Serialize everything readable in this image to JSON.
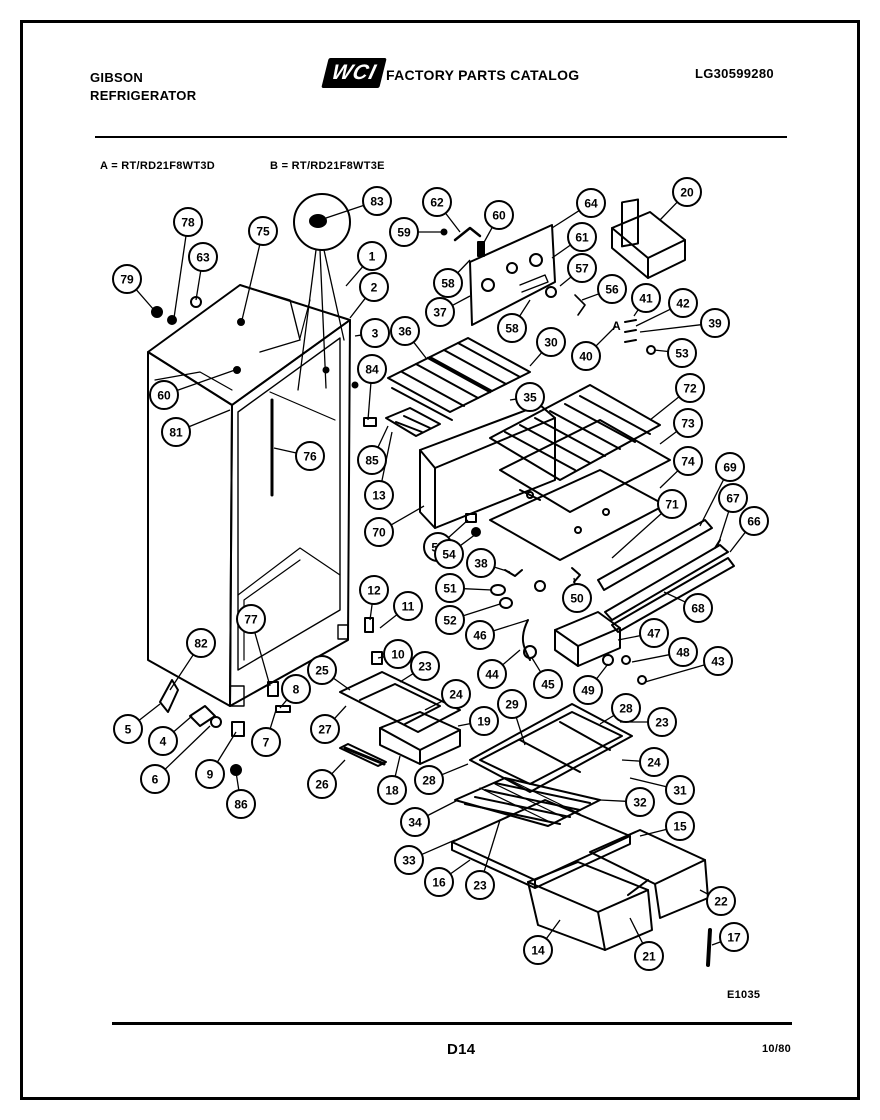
{
  "header": {
    "brand_line1": "GIBSON",
    "brand_line2": "REFRIGERATOR",
    "logo_text": "WCI",
    "catalog_title": "FACTORY PARTS CATALOG",
    "catalog_number": "LG30599280"
  },
  "models": {
    "a": "A = RT/RD21F8WT3D",
    "b": "B = RT/RD21F8WT3E"
  },
  "footer": {
    "illustration_code": "E1035",
    "page": "D14",
    "date": "10/80"
  },
  "callouts": [
    {
      "id": "78",
      "label": "78"
    },
    {
      "id": "63",
      "label": "63"
    },
    {
      "id": "79",
      "label": "79"
    },
    {
      "id": "75",
      "label": "75"
    },
    {
      "id": "83",
      "label": "83"
    },
    {
      "id": "1",
      "label": "1"
    },
    {
      "id": "2",
      "label": "2"
    },
    {
      "id": "3",
      "label": "3"
    },
    {
      "id": "59",
      "label": "59"
    },
    {
      "id": "62",
      "label": "62"
    },
    {
      "id": "60a",
      "label": "60"
    },
    {
      "id": "64",
      "label": "64"
    },
    {
      "id": "20",
      "label": "20"
    },
    {
      "id": "61",
      "label": "61"
    },
    {
      "id": "58a",
      "label": "58"
    },
    {
      "id": "57",
      "label": "57"
    },
    {
      "id": "37",
      "label": "37"
    },
    {
      "id": "58b",
      "label": "58"
    },
    {
      "id": "56",
      "label": "56"
    },
    {
      "id": "41",
      "label": "41"
    },
    {
      "id": "42",
      "label": "42"
    },
    {
      "id": "39",
      "label": "39"
    },
    {
      "id": "40",
      "label": "40"
    },
    {
      "id": "53",
      "label": "53"
    },
    {
      "id": "36",
      "label": "36"
    },
    {
      "id": "30",
      "label": "30"
    },
    {
      "id": "60b",
      "label": "60"
    },
    {
      "id": "81",
      "label": "81"
    },
    {
      "id": "84",
      "label": "84"
    },
    {
      "id": "35",
      "label": "35"
    },
    {
      "id": "72",
      "label": "72"
    },
    {
      "id": "76",
      "label": "76"
    },
    {
      "id": "85",
      "label": "85"
    },
    {
      "id": "73",
      "label": "73"
    },
    {
      "id": "74",
      "label": "74"
    },
    {
      "id": "69",
      "label": "69"
    },
    {
      "id": "13",
      "label": "13"
    },
    {
      "id": "67",
      "label": "67"
    },
    {
      "id": "70",
      "label": "70"
    },
    {
      "id": "71",
      "label": "71"
    },
    {
      "id": "66",
      "label": "66"
    },
    {
      "id": "55",
      "label": "55"
    },
    {
      "id": "54",
      "label": "54"
    },
    {
      "id": "38",
      "label": "38"
    },
    {
      "id": "51",
      "label": "51"
    },
    {
      "id": "50",
      "label": "50"
    },
    {
      "id": "12",
      "label": "12"
    },
    {
      "id": "11",
      "label": "11"
    },
    {
      "id": "52",
      "label": "52"
    },
    {
      "id": "68",
      "label": "68"
    },
    {
      "id": "46",
      "label": "46"
    },
    {
      "id": "77",
      "label": "77"
    },
    {
      "id": "82",
      "label": "82"
    },
    {
      "id": "10",
      "label": "10"
    },
    {
      "id": "47",
      "label": "47"
    },
    {
      "id": "25",
      "label": "25"
    },
    {
      "id": "23a",
      "label": "23"
    },
    {
      "id": "48",
      "label": "48"
    },
    {
      "id": "44",
      "label": "44"
    },
    {
      "id": "45",
      "label": "45"
    },
    {
      "id": "43",
      "label": "43"
    },
    {
      "id": "8",
      "label": "8"
    },
    {
      "id": "49",
      "label": "49"
    },
    {
      "id": "24a",
      "label": "24"
    },
    {
      "id": "5",
      "label": "5"
    },
    {
      "id": "27",
      "label": "27"
    },
    {
      "id": "19",
      "label": "19"
    },
    {
      "id": "29",
      "label": "29"
    },
    {
      "id": "26",
      "label": "26"
    },
    {
      "id": "23b",
      "label": "23"
    },
    {
      "id": "4",
      "label": "4"
    },
    {
      "id": "7",
      "label": "7"
    },
    {
      "id": "6",
      "label": "6"
    },
    {
      "id": "9",
      "label": "9"
    },
    {
      "id": "28a",
      "label": "28"
    },
    {
      "id": "24b",
      "label": "24"
    },
    {
      "id": "28b",
      "label": "28"
    },
    {
      "id": "18",
      "label": "18"
    },
    {
      "id": "31",
      "label": "31"
    },
    {
      "id": "86",
      "label": "86"
    },
    {
      "id": "32",
      "label": "32"
    },
    {
      "id": "34",
      "label": "34"
    },
    {
      "id": "15",
      "label": "15"
    },
    {
      "id": "33",
      "label": "33"
    },
    {
      "id": "16",
      "label": "16"
    },
    {
      "id": "23c",
      "label": "23"
    },
    {
      "id": "22",
      "label": "22"
    },
    {
      "id": "14",
      "label": "14"
    },
    {
      "id": "21",
      "label": "21"
    },
    {
      "id": "17",
      "label": "17"
    }
  ]
}
